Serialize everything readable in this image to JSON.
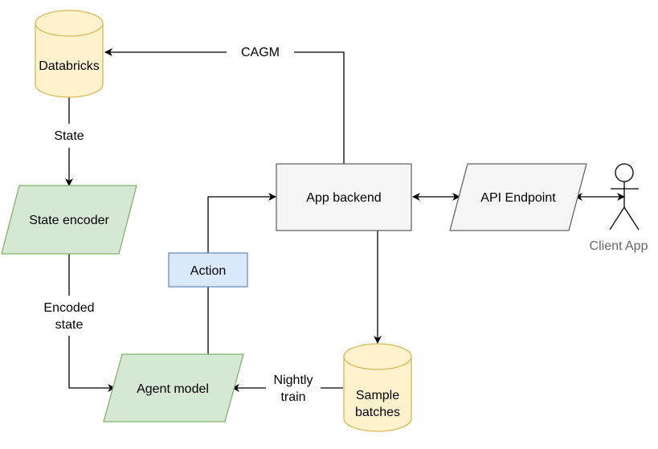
{
  "nodes": {
    "databricks": "Databricks",
    "state_encoder": "State encoder",
    "action": "Action",
    "agent_model": "Agent model",
    "app_backend": "App backend",
    "api_endpoint": "API Endpoint",
    "client_app": "Client App",
    "sample_batches_line1": "Sample",
    "sample_batches_line2": "batches"
  },
  "edges": {
    "cagm": "CAGM",
    "state": "State",
    "encoded_state_line1": "Encoded",
    "encoded_state_line2": "state",
    "nightly_train_line1": "Nightly",
    "nightly_train_line2": "train"
  },
  "colors": {
    "db_fill": "#fff2cc",
    "db_stroke": "#d6b656",
    "green_fill": "#d5e8d4",
    "green_stroke": "#82b366",
    "blue_fill": "#dae8fc",
    "blue_stroke": "#6c8ebf",
    "gray_fill": "#f5f5f5",
    "gray_stroke": "#666666"
  }
}
